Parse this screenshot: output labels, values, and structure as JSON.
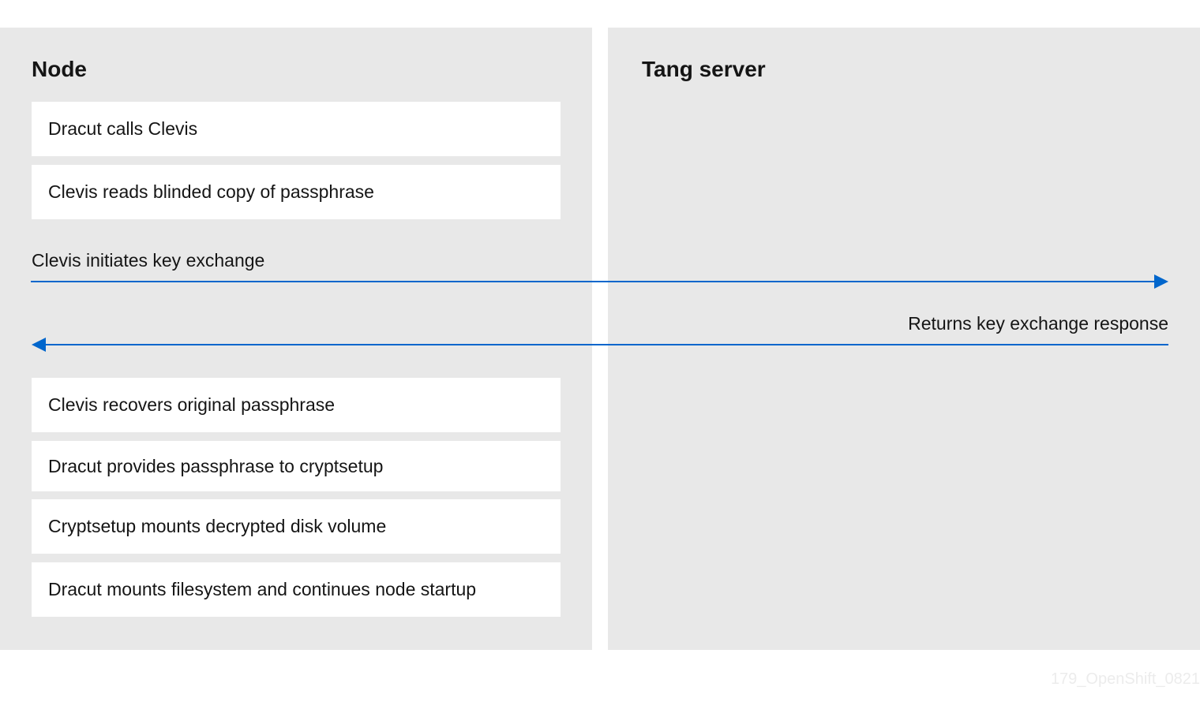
{
  "node": {
    "title": "Node",
    "steps_before": [
      "Dracut calls Clevis",
      "Clevis reads blinded copy of passphrase"
    ],
    "steps_after": [
      "Clevis recovers original passphrase",
      "Dracut provides passphrase to cryptsetup",
      "Cryptsetup mounts decrypted disk volume",
      "Dracut mounts filesystem and continues node startup"
    ]
  },
  "tang": {
    "title": "Tang server"
  },
  "arrows": {
    "request": "Clevis initiates key exchange",
    "response": "Returns key exchange response",
    "color": "#0066cc"
  },
  "watermark": "179_OpenShift_0821"
}
